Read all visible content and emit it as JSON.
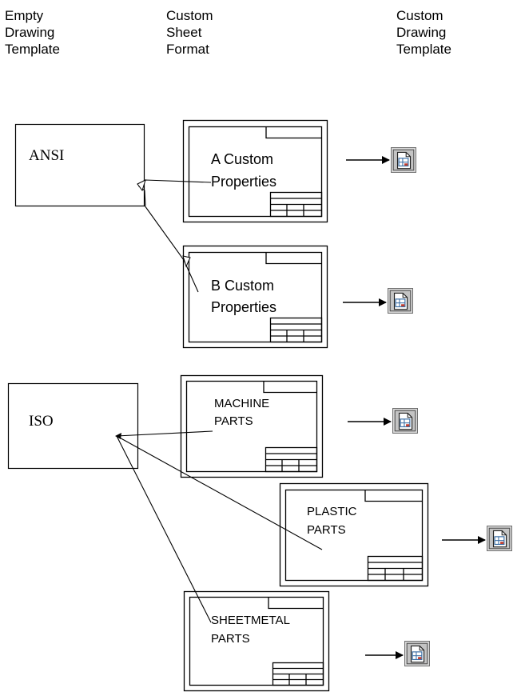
{
  "headers": [
    {
      "lines": [
        "Empty",
        "Drawing",
        "Template"
      ]
    },
    {
      "lines": [
        "Custom",
        "Sheet",
        "Format"
      ]
    },
    {
      "lines": [
        "Custom",
        "Drawing",
        "Template"
      ]
    }
  ],
  "templates": [
    {
      "label": "ANSI"
    },
    {
      "label": "ISO"
    }
  ],
  "sheet_formats": [
    {
      "lines": [
        "A Custom",
        "Properties"
      ]
    },
    {
      "lines": [
        "B Custom",
        "Properties"
      ]
    },
    {
      "lines": [
        "MACHINE",
        "PARTS"
      ]
    },
    {
      "lines": [
        "PLASTIC",
        "PARTS"
      ]
    },
    {
      "lines": [
        "SHEETMETAL",
        "PARTS"
      ]
    }
  ],
  "icons": {
    "drawing_template": "drawing-template-icon",
    "arrow": "right-arrow-icon"
  }
}
